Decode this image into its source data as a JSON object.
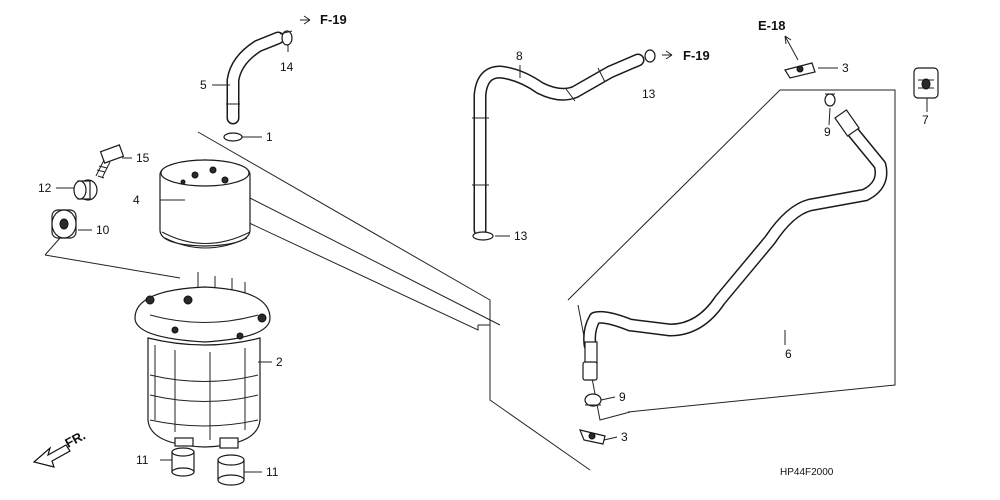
{
  "diagram_code": "HP44F2000",
  "references": {
    "f19_top": "F-19",
    "f19_right": "F-19",
    "e18": "E-18",
    "front": "FR."
  },
  "callouts": {
    "c1": "1",
    "c2": "2",
    "c3a": "3",
    "c3b": "3",
    "c4": "4",
    "c5": "5",
    "c6": "6",
    "c7": "7",
    "c8": "8",
    "c9a": "9",
    "c9b": "9",
    "c10": "10",
    "c11a": "11",
    "c11b": "11",
    "c12": "12",
    "c13a": "13",
    "c13b": "13",
    "c14": "14",
    "c15": "15"
  }
}
